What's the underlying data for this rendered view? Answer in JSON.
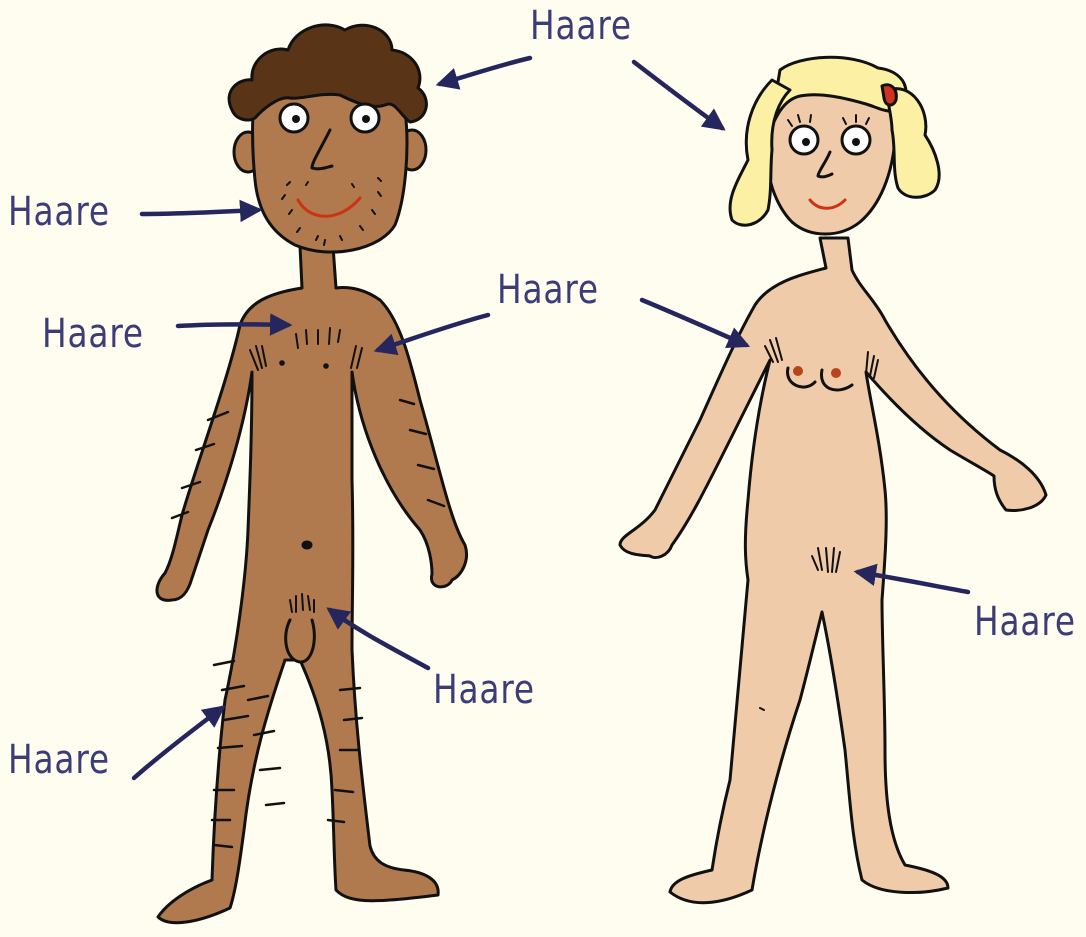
{
  "labels": {
    "top": "Haare",
    "beard": "Haare",
    "chest": "Haare",
    "armpit": "Haare",
    "woman_armpit": "Haare",
    "woman_pubic": "Haare",
    "man_pubic": "Haare",
    "legs": "Haare"
  },
  "colors": {
    "background": "#fffdf0",
    "label_text": "#3c3c78",
    "arrow": "#26265e",
    "outline": "#111111",
    "man_skin": "#b07a4e",
    "woman_skin": "#f0cba9",
    "man_hair": "#5a3417",
    "woman_hair": "#fbf0a4",
    "mouth": "#cc3311",
    "nipple": "#b8431c",
    "hair_tie": "#d23020"
  },
  "figures": [
    {
      "id": "man",
      "hair_icon": "curly-hair-icon"
    },
    {
      "id": "woman",
      "hair_icon": "blond-hair-icon"
    }
  ]
}
